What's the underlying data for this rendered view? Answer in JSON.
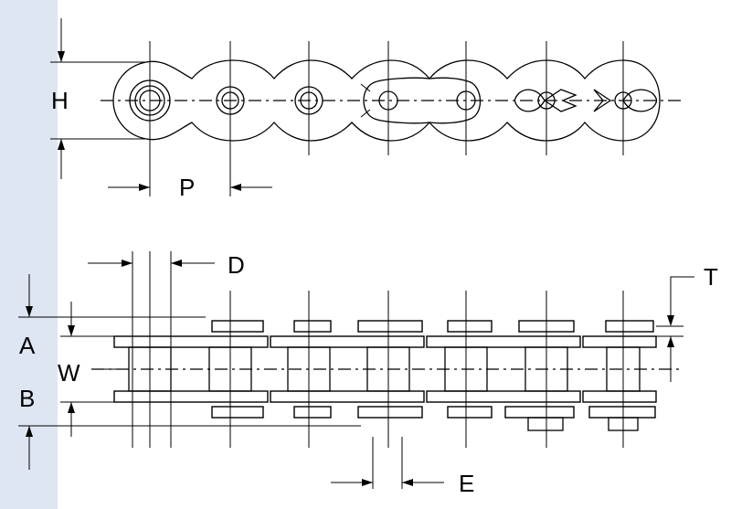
{
  "colors": {
    "background": "#ffffff",
    "side_band": "#dfe6f3",
    "ink": "#000000"
  },
  "labels": {
    "height": "H",
    "pitch": "P",
    "roller_diameter": "D",
    "plate_thickness": "T",
    "offset_a": "A",
    "inner_width": "W",
    "offset_b": "B",
    "dimension_e": "E"
  }
}
